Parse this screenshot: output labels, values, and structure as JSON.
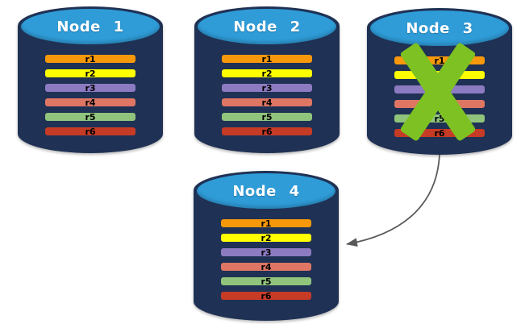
{
  "colors": {
    "background": "#FFFFFF",
    "cylinder_body": "#1F3154",
    "cylinder_top": "#2F9CD8",
    "title_text": "#FFFFFF",
    "record_border": "#1F3154",
    "record_text": "#000000",
    "failure_x": "#7DC122",
    "arrow": "#5A5A5A"
  },
  "nodes": [
    {
      "title": "Node 1",
      "records": [
        {
          "label": "r1",
          "color": "#F7980B"
        },
        {
          "label": "r2",
          "color": "#FFFF00"
        },
        {
          "label": "r3",
          "color": "#8D7BC2"
        },
        {
          "label": "r4",
          "color": "#DE7663"
        },
        {
          "label": "r5",
          "color": "#90C47C"
        },
        {
          "label": "r6",
          "color": "#C63B26"
        }
      ]
    },
    {
      "title": "Node 2",
      "records": [
        {
          "label": "r1",
          "color": "#F7980B"
        },
        {
          "label": "r2",
          "color": "#FFFF00"
        },
        {
          "label": "r3",
          "color": "#8D7BC2"
        },
        {
          "label": "r4",
          "color": "#DE7663"
        },
        {
          "label": "r5",
          "color": "#90C47C"
        },
        {
          "label": "r6",
          "color": "#C63B26"
        }
      ]
    },
    {
      "title": "Node 3",
      "icon": "green-x-failure-icon",
      "records": [
        {
          "label": "r1",
          "color": "#F7980B"
        },
        {
          "label": "r2",
          "color": "#FFFF00"
        },
        {
          "label": "r3",
          "color": "#8D7BC2"
        },
        {
          "label": "r4",
          "color": "#DE7663"
        },
        {
          "label": "r5",
          "color": "#90C47C"
        },
        {
          "label": "r6",
          "color": "#C63B26"
        }
      ]
    },
    {
      "title": "Node 4",
      "records": [
        {
          "label": "r1",
          "color": "#F7980B"
        },
        {
          "label": "r2",
          "color": "#FFFF00"
        },
        {
          "label": "r3",
          "color": "#8D7BC2"
        },
        {
          "label": "r4",
          "color": "#DE7663"
        },
        {
          "label": "r5",
          "color": "#90C47C"
        },
        {
          "label": "r6",
          "color": "#C63B26"
        }
      ]
    }
  ],
  "arrow": {
    "from": "Node 3",
    "to": "Node 4",
    "style": "curved",
    "color": "#5A5A5A"
  }
}
